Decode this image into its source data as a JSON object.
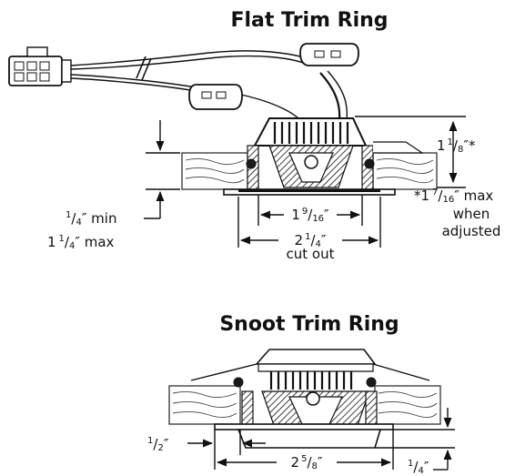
{
  "flat": {
    "title": "Flat Trim Ring",
    "height_whole": "1",
    "height_num": "1",
    "height_den": "8",
    "height_suffix": "″*",
    "adjusted_prefix": "*1",
    "adjusted_num": "7",
    "adjusted_den": "16",
    "adjusted_suffix": "″ max",
    "adjusted_line2": "when",
    "adjusted_line3": "adjusted",
    "ceiling_min_num": "1",
    "ceiling_min_den": "4",
    "ceiling_min_suffix": "″ min",
    "ceiling_max_whole": "1",
    "ceiling_max_num": "1",
    "ceiling_max_den": "4",
    "ceiling_max_suffix": "″ max",
    "inner_whole": "1",
    "inner_num": "9",
    "inner_den": "16",
    "inner_suffix": "″",
    "cutout_whole": "2",
    "cutout_num": "1",
    "cutout_den": "4",
    "cutout_suffix": "″",
    "cutout_label": "cut out"
  },
  "snoot": {
    "title": "Snoot Trim Ring",
    "left_num": "1",
    "left_den": "2",
    "left_suffix": "″",
    "width_whole": "2",
    "width_num": "5",
    "width_den": "8",
    "width_suffix": "″",
    "depth_num": "1",
    "depth_den": "4",
    "depth_suffix": "″"
  }
}
